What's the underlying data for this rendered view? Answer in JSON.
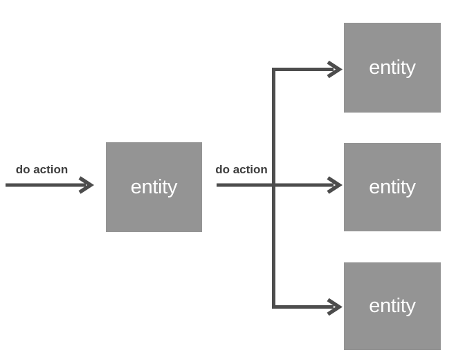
{
  "theme": {
    "background": "#ffffff",
    "box_fill": "#949494",
    "box_text": "#ffffff",
    "arrow": "#4d4d4d",
    "label_text": "#3d3d3d"
  },
  "diagram": {
    "boxes": [
      {
        "id": "source-entity",
        "label": "entity"
      },
      {
        "id": "target-entity-top",
        "label": "entity"
      },
      {
        "id": "target-entity-middle",
        "label": "entity"
      },
      {
        "id": "target-entity-bottom",
        "label": "entity"
      }
    ],
    "edge_labels": [
      {
        "id": "incoming-action",
        "text": "do action"
      },
      {
        "id": "fanout-action",
        "text": "do action"
      }
    ]
  }
}
